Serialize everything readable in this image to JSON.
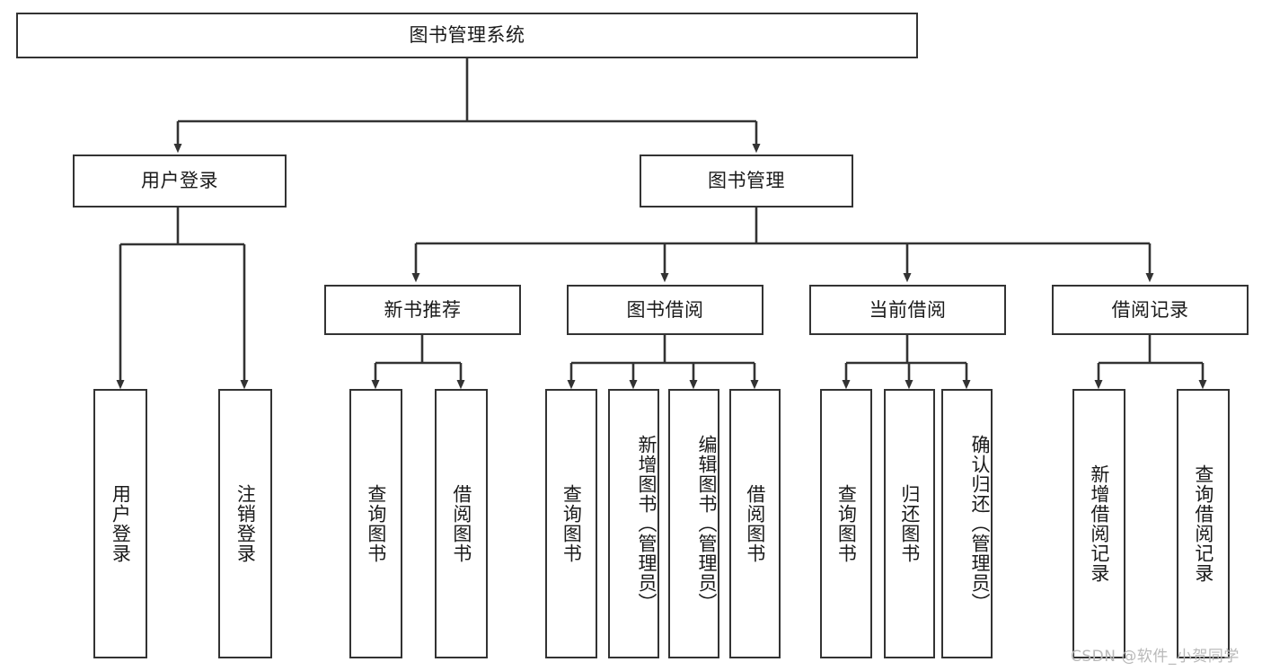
{
  "diagram": {
    "title": "图书管理系统",
    "type": "tree",
    "orientation": "top-down",
    "colors": {
      "border": "#333333",
      "fill": "#ffffff",
      "text": "#1a1a1a",
      "edge": "#333333",
      "watermark": "#b9b9b9"
    },
    "watermark": "CSDN @软件_小贺同学",
    "levels": {
      "root": {
        "label": "图书管理系统"
      },
      "level2": [
        {
          "id": "user-login",
          "label": "用户登录"
        },
        {
          "id": "book-manage",
          "label": "图书管理"
        }
      ],
      "level3": [
        {
          "id": "new-book-recommend",
          "label": "新书推荐",
          "parent": "book-manage"
        },
        {
          "id": "book-borrow",
          "label": "图书借阅",
          "parent": "book-manage"
        },
        {
          "id": "current-borrow",
          "label": "当前借阅",
          "parent": "book-manage"
        },
        {
          "id": "borrow-record",
          "label": "借阅记录",
          "parent": "book-manage"
        }
      ],
      "leaves": [
        {
          "id": "leaf-user-login",
          "label": "用户登录",
          "parent": "user-login"
        },
        {
          "id": "leaf-logout",
          "label": "注销登录",
          "parent": "user-login"
        },
        {
          "id": "leaf-query-book-1",
          "label": "查询图书",
          "parent": "new-book-recommend"
        },
        {
          "id": "leaf-borrow-book-1",
          "label": "借阅图书",
          "parent": "new-book-recommend"
        },
        {
          "id": "leaf-query-book-2",
          "label": "查询图书",
          "parent": "book-borrow"
        },
        {
          "id": "leaf-add-book",
          "label": "新增图书（管理员）",
          "parent": "book-borrow"
        },
        {
          "id": "leaf-edit-book",
          "label": "编辑图书（管理员）",
          "parent": "book-borrow"
        },
        {
          "id": "leaf-borrow-book-2",
          "label": "借阅图书",
          "parent": "book-borrow"
        },
        {
          "id": "leaf-query-book-3",
          "label": "查询图书",
          "parent": "current-borrow"
        },
        {
          "id": "leaf-return-book",
          "label": "归还图书",
          "parent": "current-borrow"
        },
        {
          "id": "leaf-confirm-return",
          "label": "确认归还（管理员）",
          "parent": "current-borrow"
        },
        {
          "id": "leaf-add-record",
          "label": "新增借阅记录",
          "parent": "borrow-record"
        },
        {
          "id": "leaf-query-record",
          "label": "查询借阅记录",
          "parent": "borrow-record"
        }
      ]
    }
  }
}
